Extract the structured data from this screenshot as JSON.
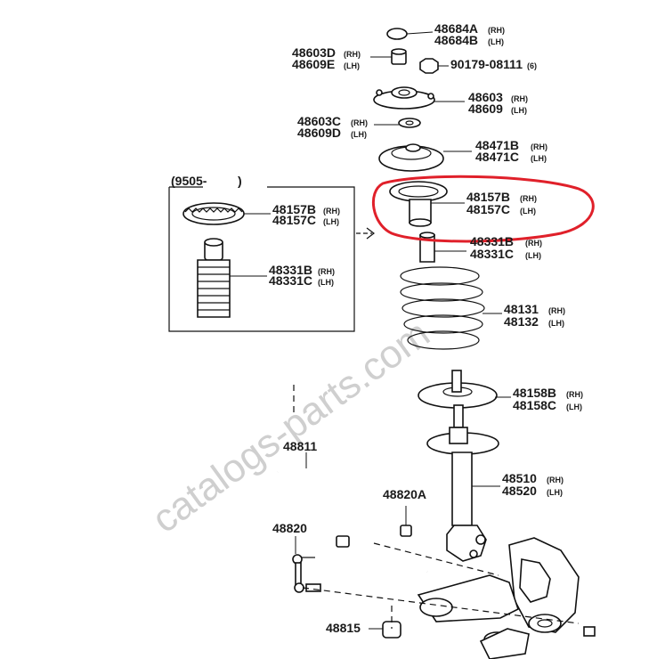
{
  "watermark": "catalogs-parts.com",
  "inset": {
    "code": "(9505-",
    "close": ")"
  },
  "labels": [
    {
      "pn": "48684A",
      "side": "(RH)"
    },
    {
      "pn": "48684B",
      "side": "(LH)"
    },
    {
      "pn": "48603D",
      "side": "(RH)"
    },
    {
      "pn": "48609E",
      "side": "(LH)"
    },
    {
      "pn": "90179-08111",
      "side": "(6)"
    },
    {
      "pn": "48603",
      "side": "(RH)"
    },
    {
      "pn": "48609",
      "side": "(LH)"
    },
    {
      "pn": "48603C",
      "side": "(RH)"
    },
    {
      "pn": "48609D",
      "side": "(LH)"
    },
    {
      "pn": "48471B",
      "side": "(RH)"
    },
    {
      "pn": "48471C",
      "side": "(LH)"
    },
    {
      "pn": "48157B",
      "side": "(RH)"
    },
    {
      "pn": "48157C",
      "side": "(LH)"
    },
    {
      "pn": "48331B",
      "side": "(RH)"
    },
    {
      "pn": "48331C",
      "side": "(LH)"
    },
    {
      "pn": "48131",
      "side": "(RH)"
    },
    {
      "pn": "48132",
      "side": "(LH)"
    },
    {
      "pn": "48158B",
      "side": "(RH)"
    },
    {
      "pn": "48158C",
      "side": "(LH)"
    },
    {
      "pn": "48510",
      "side": "(RH)"
    },
    {
      "pn": "48520",
      "side": "(LH)"
    },
    {
      "pn": "48811",
      "side": ""
    },
    {
      "pn": "48820A",
      "side": ""
    },
    {
      "pn": "48820",
      "side": ""
    },
    {
      "pn": "48815",
      "side": ""
    },
    {
      "pn": "48157B",
      "side": "(RH)"
    },
    {
      "pn": "48157C",
      "side": "(LH)"
    },
    {
      "pn": "48331B",
      "side": "(RH)"
    },
    {
      "pn": "48331C",
      "side": "(LH)"
    }
  ],
  "highlight_color": "#e0202a"
}
